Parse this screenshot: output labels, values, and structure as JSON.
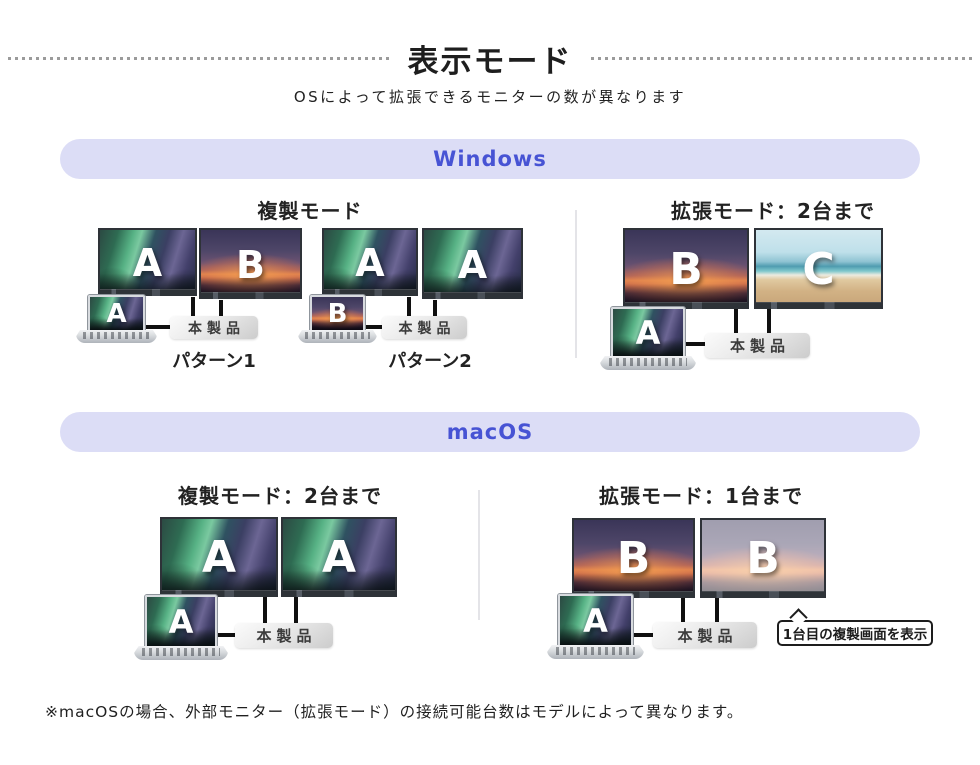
{
  "header": {
    "title": "表示モード",
    "subtitle": "OSによって拡張できるモニターの数が異なります"
  },
  "windows": {
    "banner": "Windows",
    "duplicate_heading": "複製モード",
    "extend_heading": "拡張モード：2台まで",
    "pattern1": {
      "monitor1": "A",
      "monitor2": "B",
      "laptop": "A",
      "device": "本製品",
      "caption": "パターン1"
    },
    "pattern2": {
      "monitor1": "A",
      "monitor2": "A",
      "laptop": "B",
      "device": "本製品",
      "caption": "パターン2"
    },
    "extend": {
      "monitor1": "B",
      "monitor2": "C",
      "laptop": "A",
      "device": "本製品"
    }
  },
  "macos": {
    "banner": "macOS",
    "duplicate_heading": "複製モード：2台まで",
    "extend_heading": "拡張モード：1台まで",
    "duplicate": {
      "monitor1": "A",
      "monitor2": "A",
      "laptop": "A",
      "device": "本製品"
    },
    "extend": {
      "monitor1": "B",
      "monitor2": "B",
      "laptop": "A",
      "device": "本製品",
      "callout": "1台目の複製画面を表示"
    }
  },
  "footnote": "※macOSの場合、外部モニター（拡張モード）の接続可能台数はモデルによって異なります。",
  "wallpapers": {
    "A": "aurora",
    "B": "sunset",
    "C": "beach",
    "B_mirrored": "sunset-faded"
  },
  "colors": {
    "banner_bg": "#dcddf6",
    "banner_text": "#4753d4",
    "connector_line": "#101010",
    "device_box_bg": "#e4e4e4",
    "callout_border": "#1d1d1d"
  }
}
